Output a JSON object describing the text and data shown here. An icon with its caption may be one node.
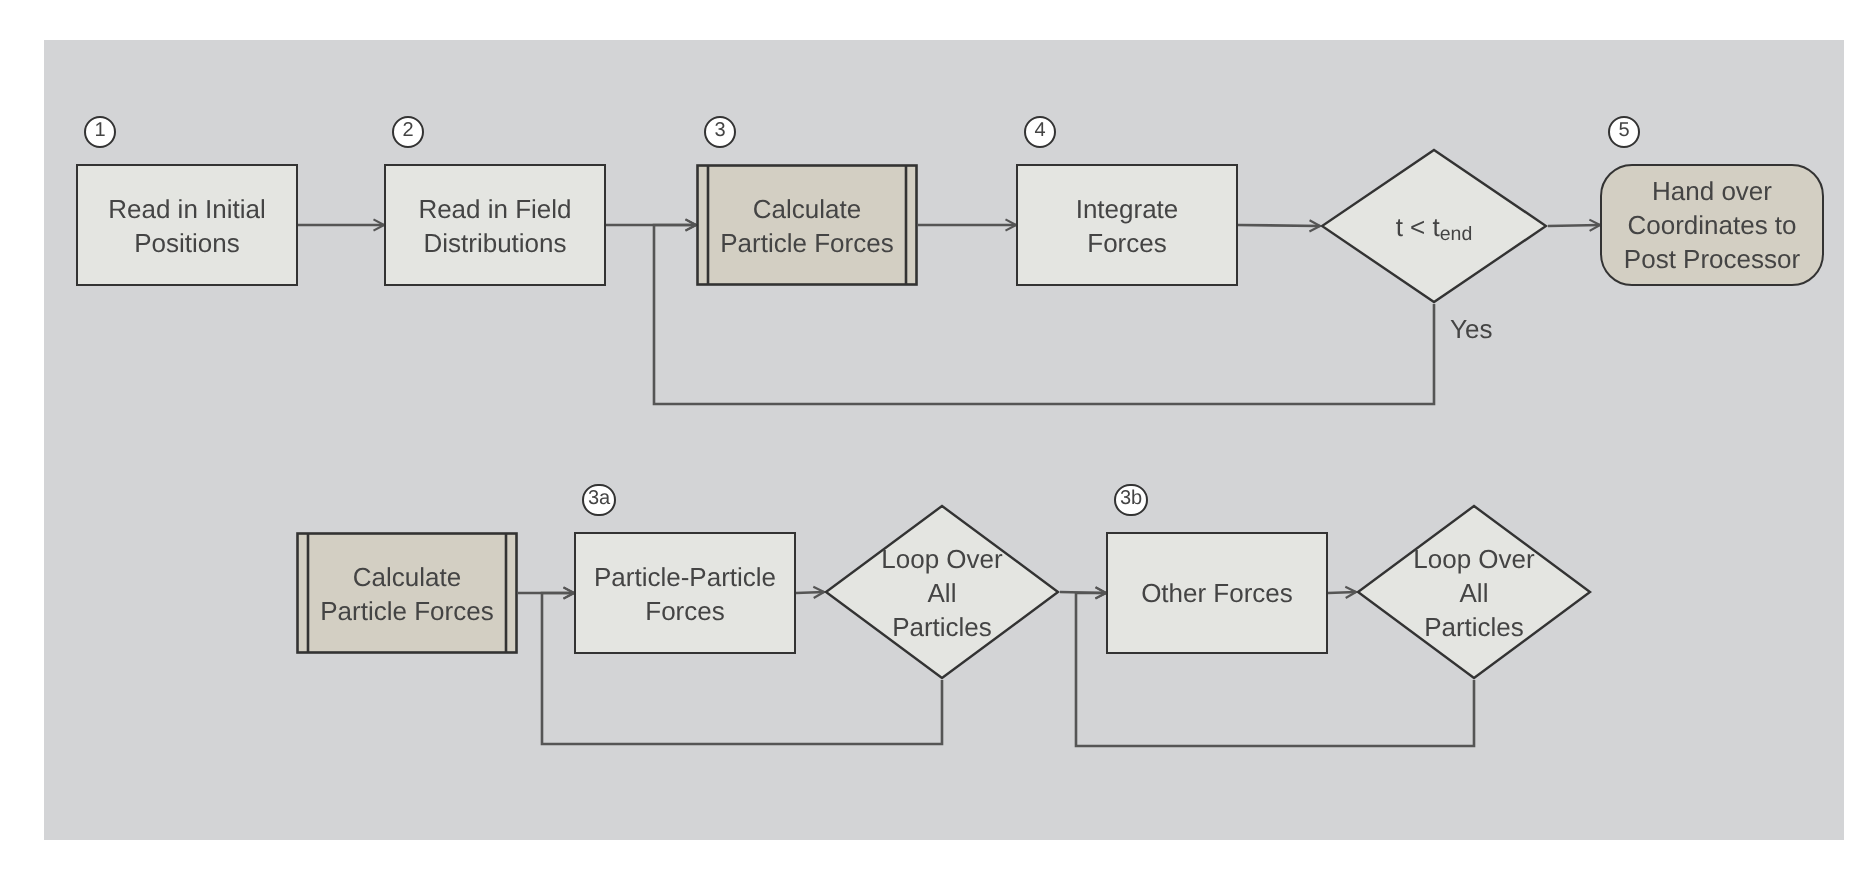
{
  "diagram": {
    "nodes": [
      {
        "text": [
          "Read in Initial Positions"
        ],
        "beside": [
          "1"
        ]
      },
      {
        "text": [
          "Read in Field Distributions"
        ],
        "beside": [
          "2"
        ]
      },
      {
        "text": [
          "Calculate Particle Forces"
        ],
        "beside": [
          "3"
        ]
      },
      {
        "text": [
          "Integrate Forces"
        ],
        "beside": [
          "4"
        ]
      },
      {
        "text": [
          "t < t$_{end}$"
        ]
      },
      {
        "text": [
          "Hand over Coordinates to Post Processor"
        ],
        "beside": [
          "5"
        ]
      },
      {
        "text": [
          "Calculate Particle Forces"
        ]
      },
      {
        "text": [
          "Particle-Particle Forces"
        ],
        "beside": [
          "3a"
        ]
      },
      {
        "text": [
          "Loop Over All Particles"
        ]
      },
      {
        "text": [
          "Other Forces"
        ],
        "beside": [
          "3b"
        ]
      },
      {
        "text": [
          "Loop Over All Particles"
        ]
      }
    ],
    "edges": [
      {
        "from": 0,
        "to": 1,
        "arrow": "to"
      },
      {
        "from": 1,
        "to": 2,
        "arrow": "to"
      },
      {
        "from": 2,
        "to": 3,
        "arrow": "to"
      },
      {
        "from": 3,
        "to": 4,
        "arrow": "to"
      },
      {
        "from": 4,
        "to": 5,
        "arrow": "to"
      },
      {
        "from": 4,
        "to": 2,
        "arrow": "to",
        "label": "Yes"
      },
      {
        "from": 6,
        "to": 7,
        "arrow": "to"
      },
      {
        "from": 7,
        "to": 8,
        "arrow": "to"
      },
      {
        "from": 8,
        "to": 9,
        "arrow": "to"
      },
      {
        "from": 9,
        "to": 10,
        "arrow": "to"
      },
      {
        "from": 8,
        "to": 7,
        "arrow": "to"
      },
      {
        "from": 10,
        "to": 9,
        "arrow": "to"
      }
    ]
  }
}
